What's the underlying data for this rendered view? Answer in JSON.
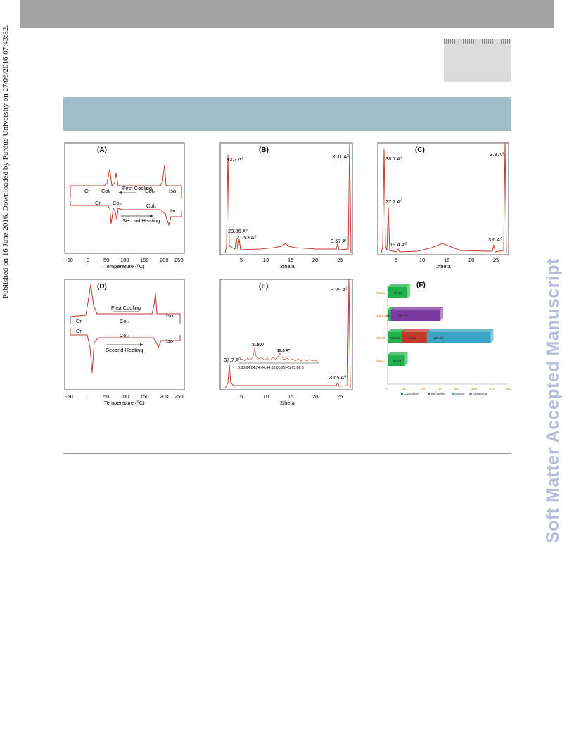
{
  "side_text": "Published on 16 June 2016. Downloaded by Purdue University on 27/06/2016 07:43:32.",
  "watermark": "Soft Matter Accepted Manuscript",
  "curve_color": "#c0392b",
  "panels": {
    "A": {
      "label": "(A)",
      "xlabel": "Temperature (⁰C)",
      "xticks": [
        "-50",
        "0",
        "50",
        "100",
        "150",
        "200",
        "250"
      ],
      "cooling_label": "First Cooling",
      "heating_label": "Second Heating",
      "cooling_phases": [
        "Cr",
        "Colᵣ",
        "Colₛ",
        "Iso"
      ],
      "heating_phases": [
        "Cr",
        "Colᵣ",
        "Colₛ",
        "Iso"
      ]
    },
    "B": {
      "label": "(B)",
      "xlabel": "2theta",
      "xticks": [
        "5",
        "10",
        "15",
        "20",
        "25"
      ],
      "peaks": [
        "43.7 A⁰",
        "23.86 A⁰",
        "21.53 A⁰",
        "3.67 A⁰",
        "3.31 A⁰"
      ]
    },
    "C": {
      "label": "(C)",
      "xlabel": "2theta",
      "xticks": [
        "5",
        "10",
        "15",
        "20",
        "25"
      ],
      "peaks": [
        "38.7 A⁰",
        "27.2 A⁰",
        "19.4 A⁰",
        "3.6 A⁰",
        "3.3 A⁰"
      ]
    },
    "D": {
      "label": "(D)",
      "xlabel": "Temperature (⁰C)",
      "xticks": [
        "-50",
        "0",
        "50",
        "100",
        "150",
        "200",
        "250"
      ],
      "cooling_label": "First Cooling",
      "heating_label": "Second Heating",
      "cooling_phases": [
        "Cr",
        "Colₛ",
        "Iso"
      ],
      "heating_phases": [
        "Cr",
        "Colₛ",
        "Iso"
      ]
    },
    "E": {
      "label": "(E)",
      "xlabel": "2theta",
      "xticks": [
        "5",
        "10",
        "15",
        "20",
        "25"
      ],
      "peaks": [
        "37.7 A⁰",
        "3.65 A⁰",
        "3.29 A⁰"
      ],
      "inset_peaks": [
        "21.8 A⁰",
        "18.5 A⁰"
      ],
      "inset_ticks": "3.63.84.04.24.44.64.85.05.25.45.65.86.0"
    },
    "F": {
      "label": "(F)",
      "xticks": [
        "0",
        "50",
        "100",
        "150",
        "200",
        "250",
        "300",
        "350"
      ],
      "legend": [
        "Crystalline",
        "Rectangle",
        "Square",
        "Hexagonal"
      ],
      "colors": {
        "Crystalline": "#21b04b",
        "Rectangle": "#c0392b",
        "Square": "#3ba3c3",
        "Hexagonal": "#7b3aa0"
      }
    }
  },
  "chart_data": [
    {
      "type": "bar",
      "title": "(F)",
      "categories": [
        "ADLC1",
        "ADLC2",
        "ADLC3",
        "ADLC4"
      ],
      "series": [
        {
          "name": "Crystalline",
          "values": [
            50.46,
            40.23,
            9.61,
            57.65
          ]
        },
        {
          "name": "Rectangle",
          "values": [
            0,
            74.26,
            0,
            0
          ]
        },
        {
          "name": "Square",
          "values": [
            0,
            185.37,
            0,
            0
          ]
        },
        {
          "name": "Hexagonal",
          "values": [
            0,
            0,
            143.79,
            0
          ]
        }
      ],
      "bar_labels": [
        [
          "50.46"
        ],
        [
          "40.23",
          "74.26",
          "185.37"
        ],
        [
          "9.61",
          "143.79"
        ],
        [
          "57.65"
        ]
      ],
      "xlim": [
        0,
        350
      ],
      "orientation": "horizontal",
      "stacked": true,
      "legend_position": "bottom"
    }
  ]
}
